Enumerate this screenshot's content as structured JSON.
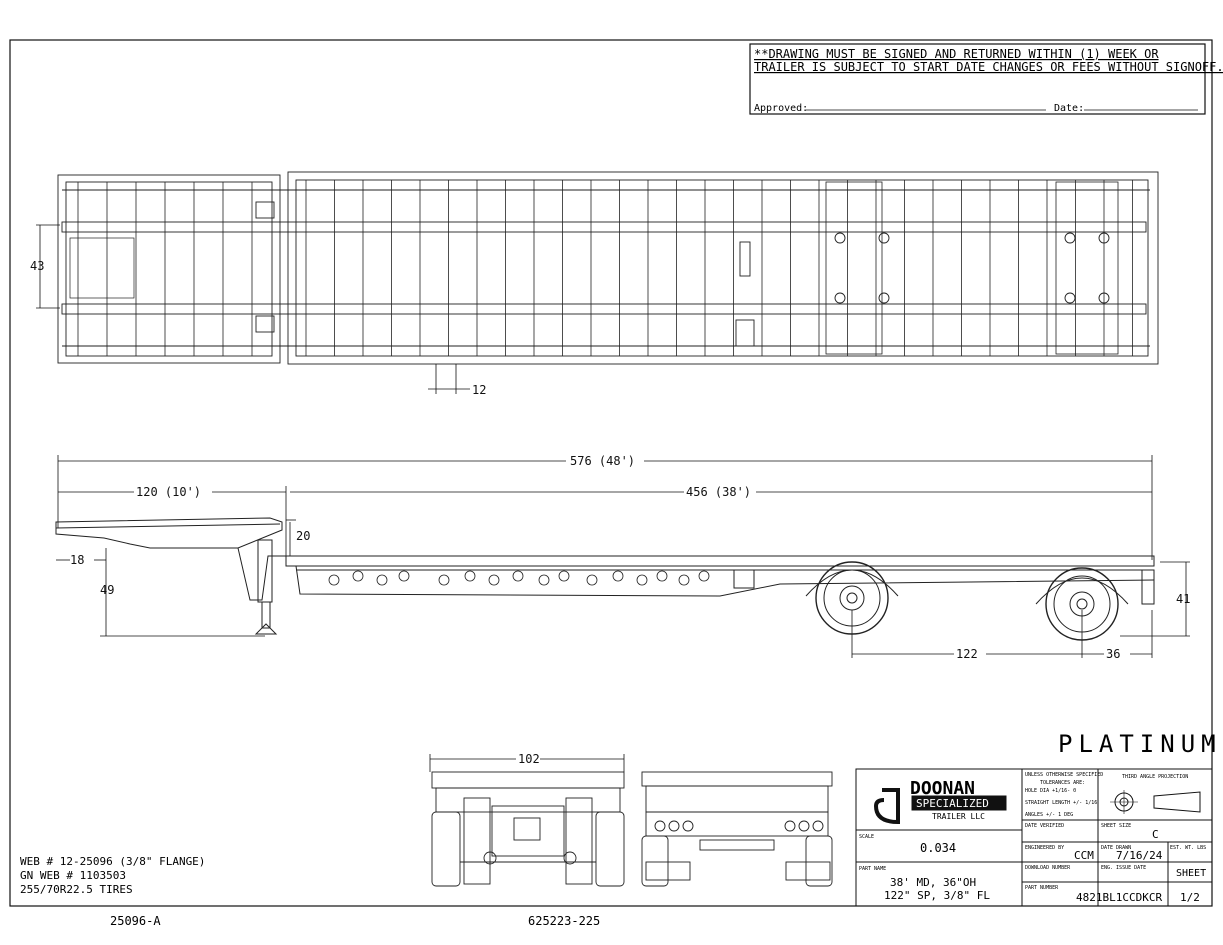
{
  "notice": {
    "line1": "**DRAWING MUST BE SIGNED AND RETURNED WITHIN (1) WEEK OR",
    "line2": "TRAILER IS SUBJECT TO START DATE CHANGES OR FEES WITHOUT SIGNOFF.",
    "approved_label": "Approved:",
    "date_label": "Date:"
  },
  "dimensions": {
    "plan_width": "43",
    "crossmember_spacing": "12",
    "overall_length": "576 (48')",
    "upper_deck": "120 (10')",
    "lower_deck": "456 (38')",
    "step_height": "20",
    "kingpin_setback": "18",
    "upper_deck_height": "49",
    "deck_height": "41",
    "axle_spread": "122",
    "rear_overhang": "36",
    "overall_width": "102"
  },
  "model_name": "PLATINUM",
  "notes": [
    "WEB # 12-25096 (3/8\" FLANGE)",
    "GN WEB # 1103503",
    "255/70R22.5 TIRES"
  ],
  "footer": {
    "left_code": "25096-A",
    "center_code": "625223-225"
  },
  "title_block": {
    "logo_name": "DOONAN",
    "logo_sub": "SPECIALIZED",
    "logo_company": "TRAILER LLC",
    "tolerances": [
      "UNLESS OTHERWISE SPECIFIED",
      "TOLERANCES ARE:",
      "HOLE DIA +1/16- 0",
      "STRAIGHT LENGTH +/- 1/16",
      "ANGLES +/- 1 DEG"
    ],
    "projection_label": "THIRD ANGLE PROJECTION",
    "date_verified_label": "DATE VERIFIED",
    "sheet_size_label": "SHEET SIZE",
    "sheet_size": "C",
    "scale_label": "SCALE",
    "scale": "0.034",
    "engineered_label": "ENGINEERED BY",
    "engineer": "CCM",
    "date_drawn_label": "DATE DRAWN",
    "date_drawn": "7/16/24",
    "est_wt_label": "EST. WT. LBS",
    "download_label": "DOWNLOAD NUMBER",
    "eng_issue_label": "ENG. ISSUE DATE",
    "sheet_label": "SHEET",
    "sheet": "1/2",
    "part_name_label": "PART NAME",
    "part_name_1": "38' MD, 36\"OH",
    "part_name_2": "122\" SP, 3/8\" FL",
    "part_number_label": "PART NUMBER",
    "part_number": "4821BL1CCDKCR"
  }
}
